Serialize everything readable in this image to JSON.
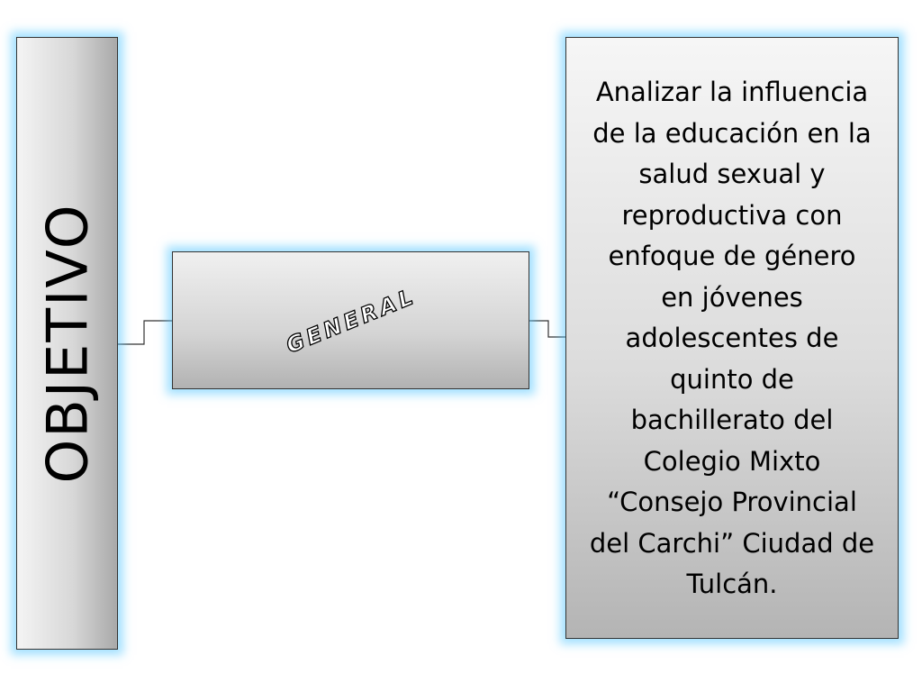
{
  "diagram": {
    "left_title": "OBJETIVO",
    "middle_label": "GENERAL",
    "description_lines": [
      "Analizar la influencia",
      "de la educación en la",
      "salud sexual y",
      "reproductiva con",
      "enfoque de género",
      "en jóvenes",
      "adolescentes de",
      "quinto de",
      "bachillerato  del",
      "Colegio Mixto",
      "“Consejo Provincial",
      "del Carchi” Ciudad de",
      "Tulcán."
    ]
  },
  "colors": {
    "glow": "#5ac8ff",
    "border": "#333333",
    "connector": "#333333"
  }
}
